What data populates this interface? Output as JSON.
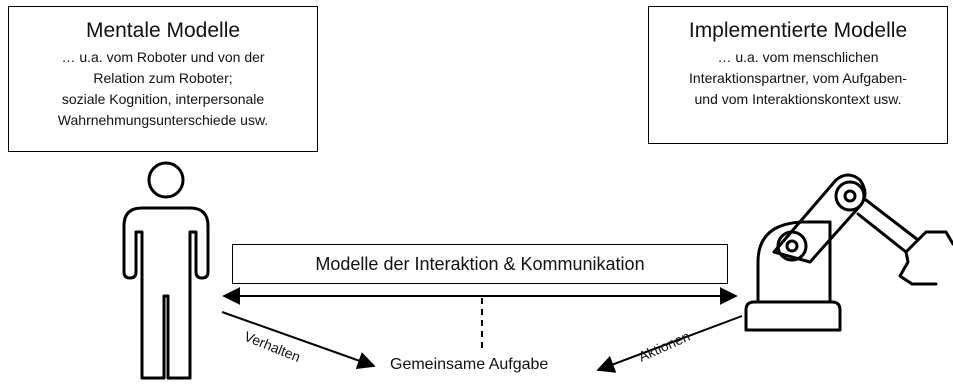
{
  "left_box": {
    "title": "Mentale Modelle",
    "lines": [
      "… u.a. vom Roboter und von der",
      "Relation zum Roboter;",
      "soziale Kognition, interpersonale",
      "Wahrnehmungsunterschiede usw."
    ]
  },
  "right_box": {
    "title": "Implementierte Modelle",
    "lines": [
      "… u.a. vom menschlichen",
      "Interaktionspartner, vom Aufgaben-",
      "und vom Interaktionskontext usw."
    ]
  },
  "center_box": {
    "label": "Modelle der Interaktion & Kommunikation"
  },
  "arrows": {
    "human_label": "Verhalten",
    "robot_label": "Aktionen"
  },
  "task": {
    "label": "Gemeinsame Aufgabe"
  },
  "icons": {
    "human": "person-icon",
    "robot": "robot-arm-icon"
  }
}
